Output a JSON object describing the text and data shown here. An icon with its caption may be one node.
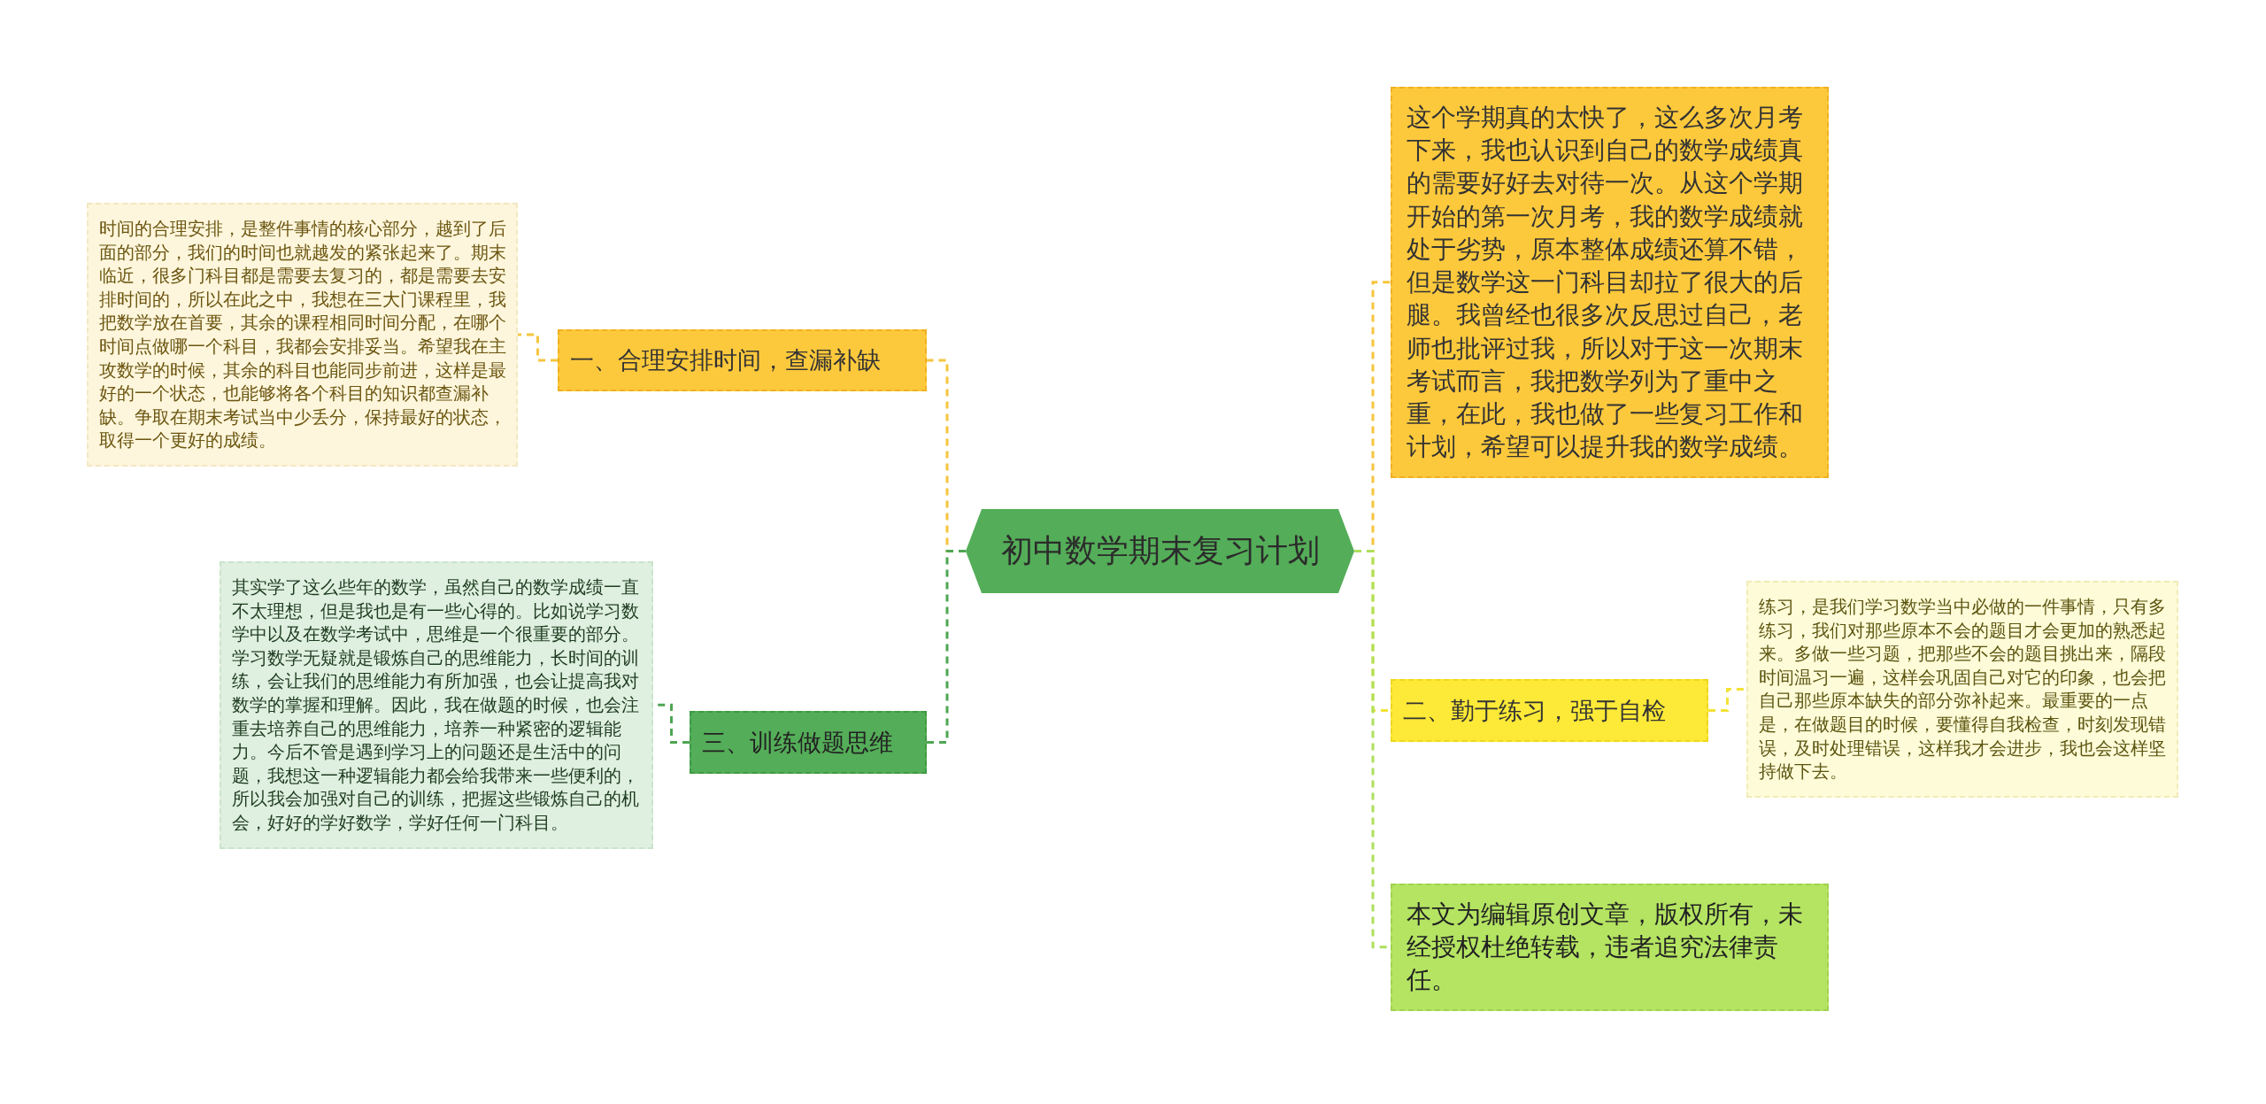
{
  "diagram": {
    "nodes": [
      {
        "text": [
          "初中数学期末复习计划"
        ]
      },
      {
        "text": [
          "一、合理安排时间，查漏补缺"
        ]
      },
      {
        "text": [
          "时间的合理安排，是整件事情的核心部分，越到了后面的部分，我们的时间也就越发的紧张起来了。期末临近，很多门科目都是需要去复习的，都是需要去安排时间的，所以在此之中，我想在三大门课程里，我把数学放在首要，其余的课程相同时间分配，在哪个时间点做哪一个科目，我都会安排妥当。希望我在主攻数学的时候，其余的科目也能同步前进，这样是最好的一个状态，也能够将各个科目的知识都查漏补缺。争取在期末考试当中少丢分，保持最好的状态，取得一个更好的成绩。"
        ]
      },
      {
        "text": [
          "三、训练做题思维"
        ]
      },
      {
        "text": [
          "其实学了这么些年的数学，虽然自己的数学成绩一直不太理想，但是我也是有一些心得的。比如说学习数学中以及在数学考试中，思维是一个很重要的部分。学习数学无疑就是锻炼自己的思维能力，长时间的训练，会让我们的思维能力有所加强，也会让提高我对数学的掌握和理解。因此，我在做题的时候，也会注重去培养自己的思维能力，培养一种紧密的逻辑能力。今后不管是遇到学习上的问题还是生活中的问题，我想这一种逻辑能力都会给我带来一些便利的，所以我会加强对自己的训练，把握这些锻炼自己的机会，好好的学好数学，学好任何一门科目。"
        ]
      },
      {
        "text": [
          "这个学期真的太快了，这么多次月考下来，我也认识到自己的数学成绩真的需要好好去对待一次。从这个学期开始的第一次月考，我的数学成绩就处于劣势，原本整体成绩还算不错，但是数学这一门科目却拉了很大的后腿。我曾经也很多次反思过自己，老师也批评过我，所以对于这一次期末考试而言，我把数学列为了重中之重，在此，我也做了一些复习工作和计划，希望可以提升我的数学成绩。"
        ]
      },
      {
        "text": [
          "二、勤于练习，强于自检"
        ]
      },
      {
        "text": [
          "练习，是我们学习数学当中必做的一件事情，只有多练习，我们对那些原本不会的题目才会更加的熟悉起来。多做一些习题，把那些不会的题目挑出来，隔段时间温习一遍，这样会巩固自己对它的印象，也会把自己那些原本缺失的部分弥补起来。最重要的一点是，在做题目的时候，要懂得自我检查，时刻发现错误，及时处理错误，这样我才会进步，我也会这样坚持做下去。"
        ]
      },
      {
        "text": [
          "本文为编辑原创文章，版权所有，未经授权杜绝转载，违者追究法律责任。"
        ]
      }
    ],
    "edges": [
      {
        "from": 0,
        "to": 1,
        "arrow": "none",
        "style": "dashed",
        "color": "#f5c53e"
      },
      {
        "from": 1,
        "to": 2,
        "arrow": "none",
        "style": "dashed",
        "color": "#f5c53e"
      },
      {
        "from": 0,
        "to": 3,
        "arrow": "none",
        "style": "dashed",
        "color": "#4ea652"
      },
      {
        "from": 3,
        "to": 4,
        "arrow": "none",
        "style": "dashed",
        "color": "#4ea652"
      },
      {
        "from": 0,
        "to": 5,
        "arrow": "none",
        "style": "dashed",
        "color": "#f5c53e"
      },
      {
        "from": 0,
        "to": 6,
        "arrow": "none",
        "style": "dashed",
        "color": "#f3e234"
      },
      {
        "from": 6,
        "to": 7,
        "arrow": "none",
        "style": "dashed",
        "color": "#f3e234"
      },
      {
        "from": 0,
        "to": 8,
        "arrow": "none",
        "style": "dashed",
        "color": "#addf5c"
      }
    ]
  }
}
